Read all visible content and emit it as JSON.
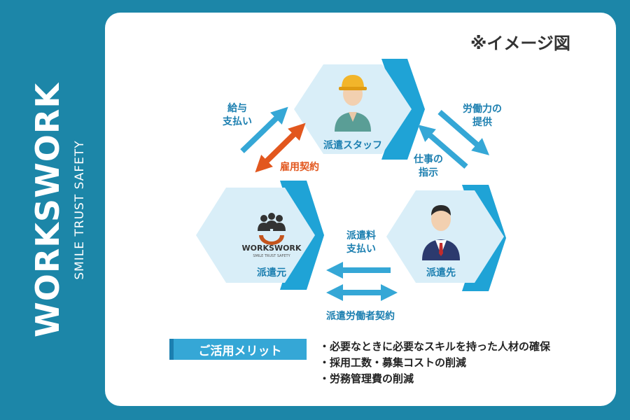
{
  "brand": {
    "name": "WORKSWORK",
    "tagline": "SMILE TRUST SAFETY"
  },
  "note": "※イメージ図",
  "nodes": {
    "staff": {
      "label": "派遣スタッフ",
      "icon": "worker-hardhat-icon"
    },
    "origin": {
      "label": "派遣元",
      "logo_name": "WORKSWORK",
      "logo_tagline": "SMILE TRUST SAFETY"
    },
    "client": {
      "label": "派遣先",
      "icon": "businessman-icon"
    }
  },
  "relations": {
    "salary": [
      "給与",
      "支払い"
    ],
    "employment": "雇用契約",
    "labor": [
      "労働力の",
      "提供"
    ],
    "instruction": [
      "仕事の",
      "指示"
    ],
    "fee": [
      "派遣料",
      "支払い"
    ],
    "dispatch_contract": "派遣労働者契約"
  },
  "merits": {
    "title": "ご活用メリット",
    "items": [
      "・必要なときに必要なスキルを持った人材の確保",
      "・採用工数・募集コストの削減",
      "・労務管理費の削減"
    ]
  },
  "colors": {
    "background": "#1c86a8",
    "hex_fill": "#d9eef8",
    "hex_accent": "#1fa3d6",
    "arrow_blue": "#35a7d6",
    "arrow_orange": "#e2571e"
  }
}
